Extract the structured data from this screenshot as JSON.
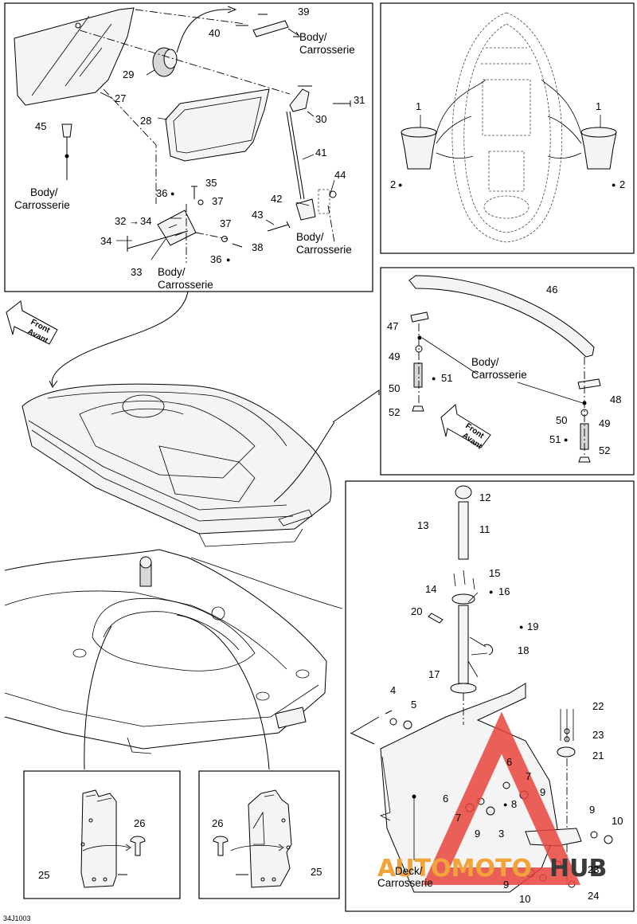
{
  "callouts": {
    "c1a": "1",
    "c1b": "1",
    "c2a": "2",
    "c2b": "2",
    "c3": "3",
    "c4": "4",
    "c5": "5",
    "c6a": "6",
    "c6b": "6",
    "c7a": "7",
    "c7b": "7",
    "c8": "8",
    "c9a": "9",
    "c9b": "9",
    "c9c": "9",
    "c9d": "9",
    "c10a": "10",
    "c10b": "10",
    "c11": "11",
    "c12": "12",
    "c13": "13",
    "c14": "14",
    "c15": "15",
    "c16": "16",
    "c17": "17",
    "c18": "18",
    "c19": "19",
    "c20": "20",
    "c21": "21",
    "c22": "22",
    "c23a": "23",
    "c23b": "23",
    "c24": "24",
    "c25a": "25",
    "c25b": "25",
    "c26a": "26",
    "c26b": "26",
    "c27": "27",
    "c28": "28",
    "c29": "29",
    "c30": "30",
    "c31": "31",
    "c32": "32",
    "c33": "33",
    "c34a": "34",
    "c34b": "34",
    "c35": "35",
    "c36a": "36",
    "c36b": "36",
    "c37a": "37",
    "c37b": "37",
    "c38": "38",
    "c39": "39",
    "c40": "40",
    "c41": "41",
    "c42": "42",
    "c43": "43",
    "c44": "44",
    "c45": "45",
    "c46": "46",
    "c47": "47",
    "c48": "48",
    "c49a": "49",
    "c49b": "49",
    "c50a": "50",
    "c50b": "50",
    "c51a": "51",
    "c51b": "51",
    "c52a": "52",
    "c52b": "52"
  },
  "labels": {
    "body": "Body/",
    "carrosserie": "Carrosserie",
    "deck": "Deck/",
    "front": "Front",
    "avant": "Avant",
    "arrow": "→"
  },
  "figure_code": "34J1003",
  "watermark": {
    "part1": "AUTOMOTO",
    "part2": "HUB",
    "color_red": "#e8453c",
    "color_orange": "#f2a33a",
    "color_dark": "#3a3a3a"
  }
}
